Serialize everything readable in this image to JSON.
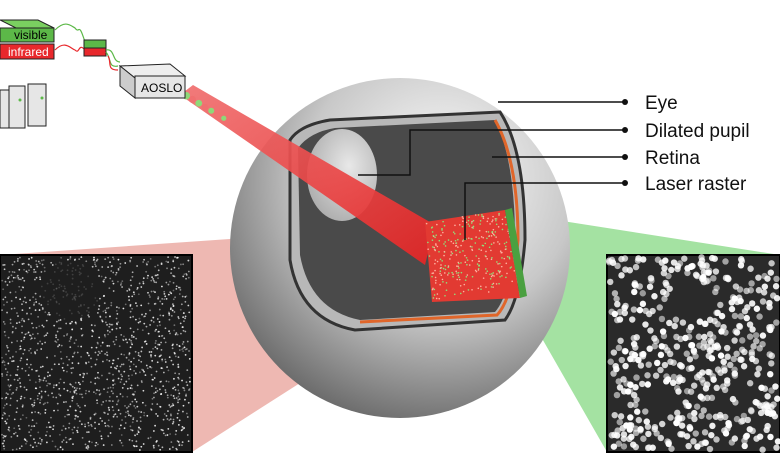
{
  "lasers": {
    "visible": "visible",
    "infrared": "infrared"
  },
  "device": "AOSLO",
  "labels": [
    "Eye",
    "Dilated pupil",
    "Retina",
    "Laser raster"
  ],
  "colors": {
    "red": "#e8282c",
    "green": "#5cb848",
    "eye_gray": "#9a9a9a",
    "retina_orange": "#e0662a"
  }
}
